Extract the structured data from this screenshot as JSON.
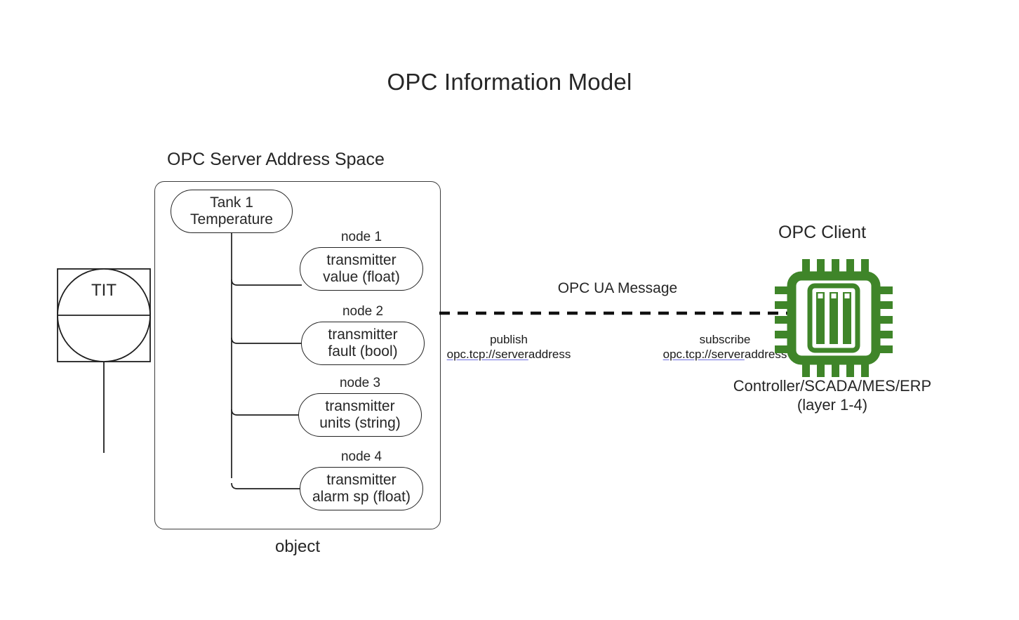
{
  "page": {
    "title": "OPC Information Model"
  },
  "server": {
    "heading": "OPC Server Address Space",
    "object_label": "object",
    "root_node": {
      "line1": "Tank 1",
      "line2": "Temperature"
    },
    "nodes": [
      {
        "caption": "node 1",
        "line1": "transmitter",
        "line2": "value (float)"
      },
      {
        "caption": "node 2",
        "line1": "transmitter",
        "line2": "fault (bool)"
      },
      {
        "caption": "node 3",
        "line1": "transmitter",
        "line2": "units (string)"
      },
      {
        "caption": "node 4",
        "line1": "transmitter",
        "line2": "alarm sp (float)"
      }
    ]
  },
  "instrument": {
    "tag": "TIT"
  },
  "link": {
    "message_label": "OPC UA Message",
    "publish": {
      "action": "publish",
      "url_link": "opc.tcp://server",
      "url_tail": "address"
    },
    "subscribe": {
      "action": "subscribe",
      "url_link": "opc.tcp://server",
      "url_tail": "address"
    }
  },
  "client": {
    "heading": "OPC Client",
    "icon": "microchip-icon",
    "caption_line1": "Controller/SCADA/MES/ERP",
    "caption_line2": "(layer 1-4)"
  },
  "colors": {
    "chip_green": "#3f8529",
    "stroke": "#232323",
    "text": "#262626",
    "link_underline": "#6b6be0"
  }
}
